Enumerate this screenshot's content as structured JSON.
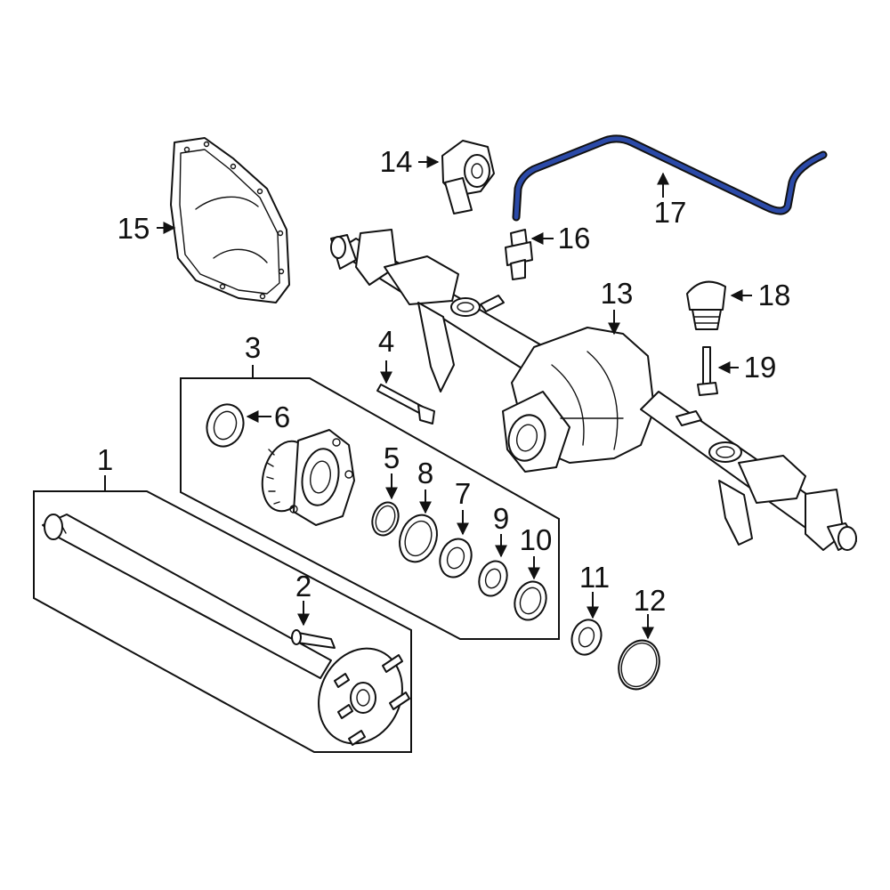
{
  "colors": {
    "highlight": "#2b4aa8",
    "line": "#111111"
  },
  "labels": {
    "p1": "1",
    "p2": "2",
    "p3": "3",
    "p4": "4",
    "p5": "5",
    "p6": "6",
    "p7": "7",
    "p8": "8",
    "p9": "9",
    "p10": "10",
    "p11": "11",
    "p12": "12",
    "p13": "13",
    "p14": "14",
    "p15": "15",
    "p16": "16",
    "p17": "17",
    "p18": "18",
    "p19": "19"
  }
}
